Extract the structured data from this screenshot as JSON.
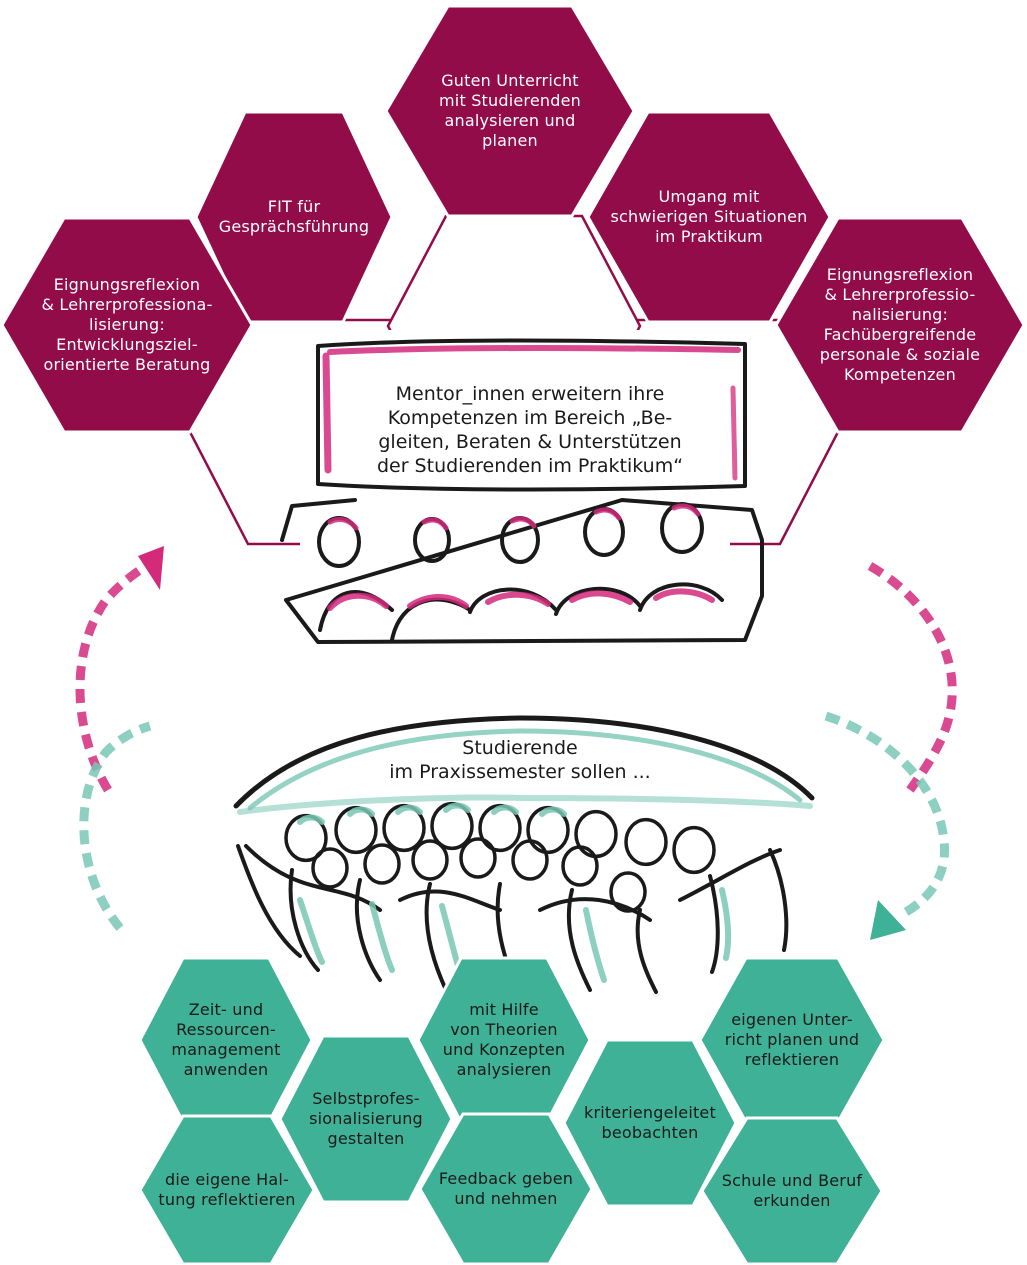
{
  "colors": {
    "magenta": "#930c4a",
    "green": "#3eb196",
    "outline": "#ffffff",
    "ink": "#1a1a1a",
    "accent_pink": "#d42a7c",
    "accent_teal": "#79c7b5"
  },
  "mentor_hexes": [
    {
      "id": "fit",
      "label": "FIT für\nGesprächsführung"
    },
    {
      "id": "unterricht",
      "label": "Guten Unterricht\nmit Studierenden\nanalysieren und\nplanen"
    },
    {
      "id": "umgang",
      "label": "Umgang mit\nschwierigen Situationen\nim Praktikum"
    },
    {
      "id": "eignung-left",
      "label": "Eignungsreflexion\n& Lehrerprofessiona-\nlisierung:\nEntwicklungsziel-\norientierte Beratung"
    },
    {
      "id": "eignung-right",
      "label": "Eignungsreflexion\n& Lehrerprofessio-\nnalisierung:\nFachübergreifende\npersonale & soziale\nKompetenzen"
    }
  ],
  "mentor_banner": "Mentor_innen erweitern ihre\nKompetenzen im Bereich „Be-\ngleiten, Beraten & Unterstützen\nder Studierenden im Praktikum“",
  "student_banner": "Studierende\nim Praxissemester sollen ...",
  "student_hexes": [
    {
      "id": "zeit",
      "label": "Zeit- und\nRessourcen-\nmanagement\nanwenden"
    },
    {
      "id": "theorien",
      "label": "mit Hilfe\nvon Theorien\nund Konzepten\nanalysieren"
    },
    {
      "id": "eigenen",
      "label": "eigenen Unter-\nricht planen und\nreflektieren"
    },
    {
      "id": "selbst",
      "label": "Selbstprofes-\nsionalisierung\ngestalten"
    },
    {
      "id": "kriterien",
      "label": "kriteriengeleitet\nbeobachten"
    },
    {
      "id": "haltung",
      "label": "die eigene Hal-\ntung reflektieren"
    },
    {
      "id": "feedback",
      "label": "Feedback geben\nund nehmen"
    },
    {
      "id": "schule",
      "label": "Schule und Beruf\nerkunden"
    }
  ]
}
